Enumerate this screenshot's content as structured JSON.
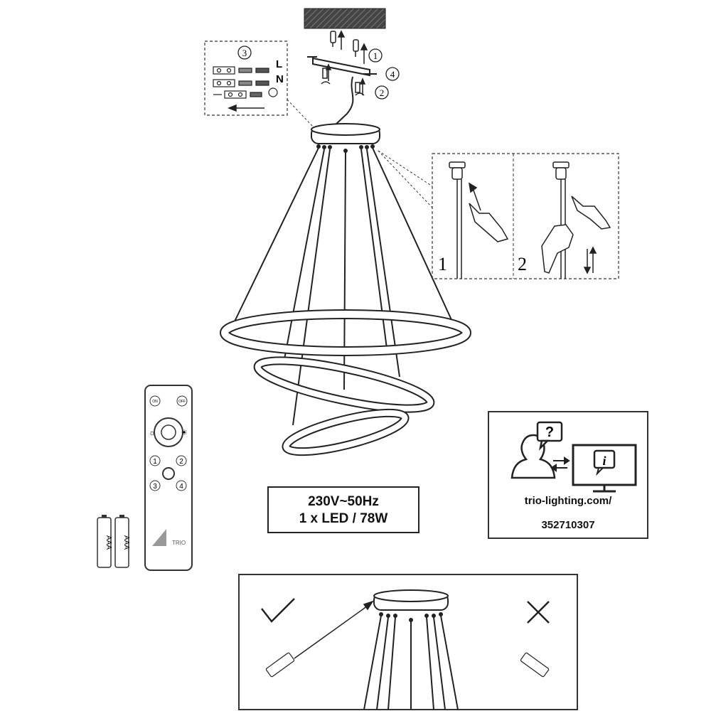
{
  "step_labels": {
    "step1": "1",
    "step2": "2",
    "step3": "3",
    "step4": "4"
  },
  "wiring": {
    "live": "L",
    "neutral": "N"
  },
  "detail_panels": {
    "panel1": "1",
    "panel2": "2"
  },
  "remote": {
    "on_label": "ON",
    "off_label": "OFF",
    "buttons": [
      "1",
      "2",
      "3",
      "4"
    ],
    "brand": "TRIO"
  },
  "batteries": {
    "battery1": "AAA",
    "battery2": "AAA"
  },
  "specs": {
    "voltage": "230V~50Hz",
    "power": "1 x LED / 78W"
  },
  "info": {
    "url": "trio-lighting.com/",
    "product_number": "352710307",
    "question_mark": "?",
    "info_symbol": "i"
  },
  "colors": {
    "line": "#222222",
    "ceiling": "#333333"
  }
}
